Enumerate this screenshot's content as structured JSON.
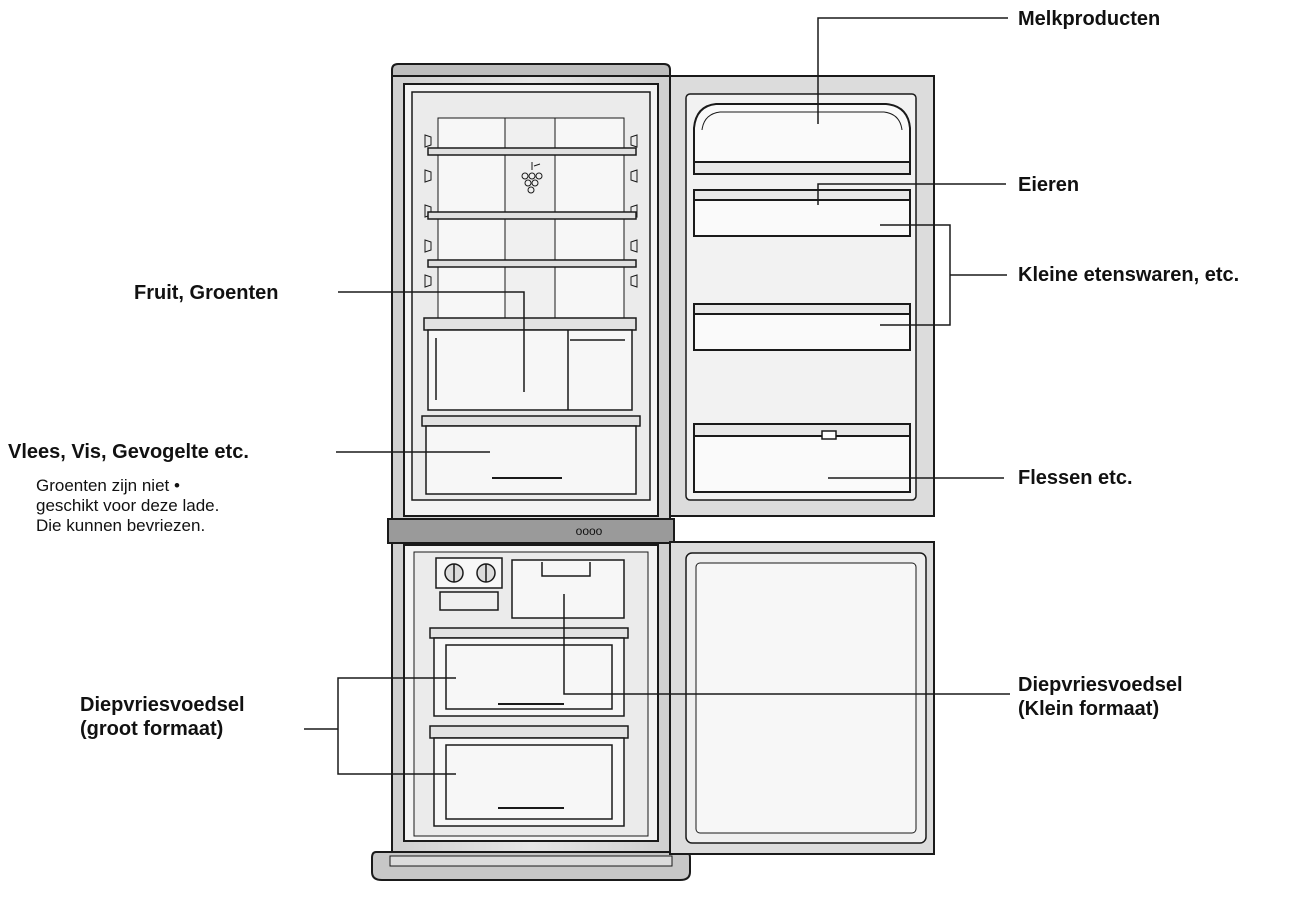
{
  "labels": {
    "melkproducten": "Melkproducten",
    "eieren": "Eieren",
    "kleine_etenswaren": "Kleine etenswaren, etc.",
    "fruit_groenten": "Fruit, Groenten",
    "vlees_vis": "Vlees, Vis, Gevogelte etc.",
    "flessen": "Flessen etc.",
    "diepvries_groot_1": "Diepvriesvoedsel",
    "diepvries_groot_2": "(groot formaat)",
    "diepvries_klein_1": "Diepvriesvoedsel",
    "diepvries_klein_2": "(Klein formaat)"
  },
  "note": {
    "line1": "Groenten zijn niet •",
    "line2": "geschikt voor deze lade.",
    "line3": "Die kunnen bevriezen."
  },
  "panel_text": "oooo",
  "colors": {
    "line": "#1a1a1a",
    "cabinet": "#d9d9d9",
    "interior": "#efefef",
    "divider": "#9a9a9a"
  }
}
